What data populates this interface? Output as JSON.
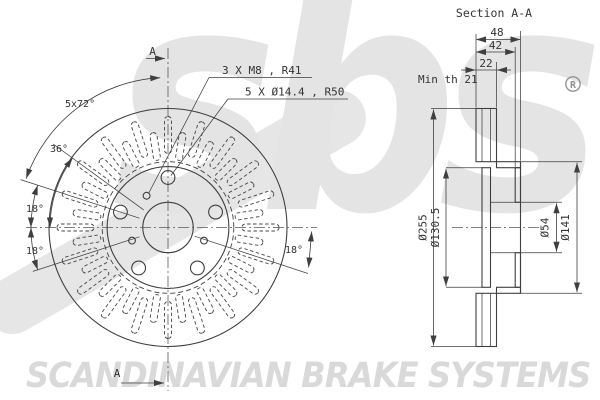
{
  "watermark": {
    "logo_text": "sbs",
    "registered_mark": "R",
    "bottom_text": "SCANDINAVIAN BRAKE SYSTEMS"
  },
  "front_view": {
    "section_label_top": "A",
    "section_label_bottom": "A",
    "bolt_pattern_angle": "5x72°",
    "angle_36": "36°",
    "angle_18_upper_left": "18°",
    "angle_18_lower_left": "18°",
    "angle_18_right": "18°",
    "thread_note": "3 X M8 , R41",
    "bolt_note": "5 X Ø14.4 , R50"
  },
  "section_view": {
    "title": "Section A-A",
    "overall_width": "48",
    "hat_depth": "42",
    "rim_width": "22",
    "min_thickness_note": "Min th 21",
    "outer_diameter": "Ø255",
    "vane_diameter": "Ø130.5",
    "bore_diameter": "Ø54",
    "hub_diameter": "Ø141"
  }
}
